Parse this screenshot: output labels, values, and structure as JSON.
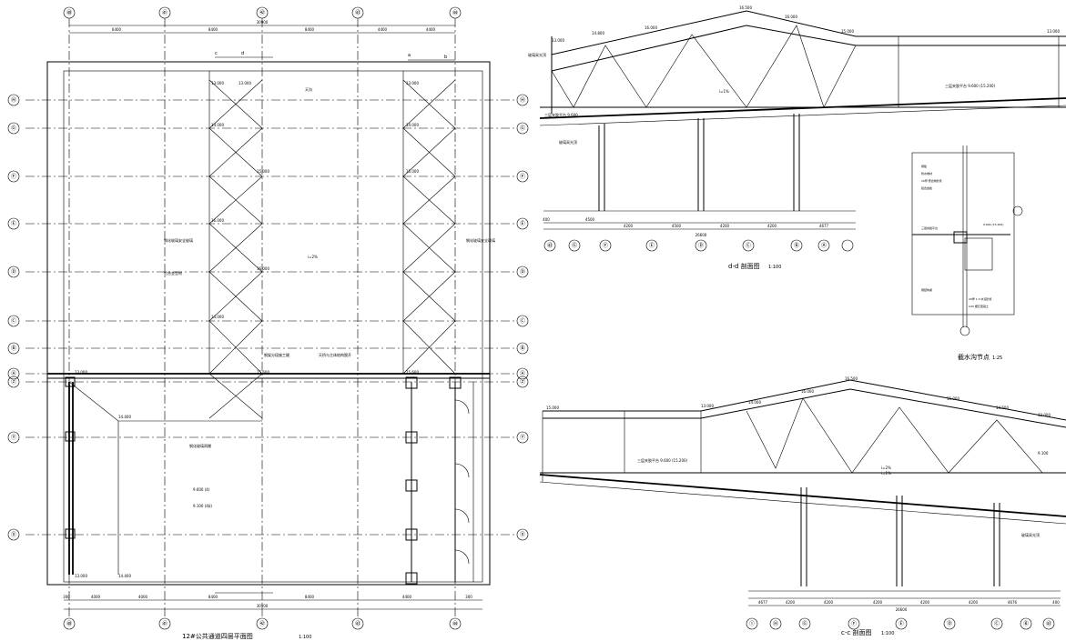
{
  "plan": {
    "title": "12#公共通道四层平面图",
    "scale": "1:100",
    "top_axes": [
      "㊵",
      "㊶",
      "㊷",
      "㊸",
      "㊹"
    ],
    "bottom_axes": [
      "㊵",
      "㊶",
      "㊷",
      "㊸",
      "㊹"
    ],
    "left_axes": [
      "Ⓗ",
      "Ⓖ",
      "Ⓕ",
      "Ⓔ",
      "Ⓓ",
      "Ⓒ",
      "Ⓑ",
      "Ⓐ",
      "Ⓩ",
      "Ⓨ",
      "Ⓧ"
    ],
    "right_axes": [
      "Ⓗ",
      "Ⓖ",
      "Ⓕ",
      "Ⓔ",
      "Ⓓ",
      "Ⓒ",
      "Ⓑ",
      "Ⓐ",
      "Ⓩ",
      "Ⓨ",
      "Ⓧ"
    ],
    "top_dims": [
      "6400",
      "8400",
      "8400",
      "4400",
      "4400"
    ],
    "top_total": "30900",
    "bottom_dims": [
      "300",
      "4000",
      "4000",
      "8400",
      "8400",
      "4400",
      "300"
    ],
    "bottom_total": "30900",
    "elevations": [
      "13.000",
      "13.000",
      "13.000",
      "14.000",
      "14.000",
      "15.000",
      "16.000",
      "15.000",
      "16.000",
      "14.000",
      "15.600",
      "15.600",
      "14.400",
      "14.400",
      "13.000",
      "13.000"
    ],
    "labels": [
      "钢化玻璃安全玻璃",
      "钢化玻璃安全玻璃",
      "铝合金型材",
      "钢架分段施工缝",
      "天桥与主体结构脱开",
      "天沟",
      "9.600 (4)",
      "9.100 (4b)",
      "i=2%",
      "钢化玻璃雨棚"
    ],
    "section_marks": [
      "c",
      "d",
      "a",
      "b"
    ]
  },
  "section_dd": {
    "title": "d-d 剖面图",
    "scale": "1:100",
    "axes": [
      "㊸",
      "Ⓖ",
      "Ⓕ",
      "Ⓔ",
      "Ⓓ",
      "Ⓒ",
      "Ⓑ",
      "Ⓐ"
    ],
    "dims": [
      "400",
      "4500",
      "4200",
      "4500",
      "4200",
      "4200",
      "4677"
    ],
    "total": "26600",
    "elevations": [
      "16.000",
      "16.500",
      "16.000",
      "15.000",
      "14.800",
      "13.000",
      "13.000"
    ],
    "labels": [
      "玻璃采光顶",
      "玻璃采光顶",
      "三层夹胶平台 9.600 (15.200)",
      "i=1%",
      "三层夹胶平台 9.600"
    ]
  },
  "detail": {
    "title": "截水沟节点",
    "scale": "1:25",
    "labels": [
      "钢板",
      "防水卷材",
      "20厚 聚合物砂浆",
      "铝合金板",
      "三层夹胶平台",
      "9.600 (15.200)",
      "钢结构梁",
      "20厚 1:3 水泥砂浆",
      "C20 细石混凝土"
    ]
  },
  "section_cc": {
    "title": "c-c 剖面图",
    "scale": "1:100",
    "axes": [
      "㊸",
      "Ⓘ",
      "Ⓗ",
      "Ⓖ",
      "Ⓕ",
      "Ⓔ",
      "Ⓓ",
      "Ⓒ",
      "Ⓑ",
      "Ⓐ"
    ],
    "dims": [
      "4677",
      "4200",
      "4200",
      "4200",
      "4200",
      "4200",
      "4676",
      "400"
    ],
    "total": "26600",
    "elevations": [
      "15.000",
      "16.000",
      "16.500",
      "15.000",
      "14.500",
      "14.000",
      "13.000",
      "13.000"
    ],
    "labels": [
      "三层夹胶平台 9.600 (15.200)",
      "i=2%",
      "i=1%",
      "玻璃采光顶",
      "9.100"
    ]
  }
}
